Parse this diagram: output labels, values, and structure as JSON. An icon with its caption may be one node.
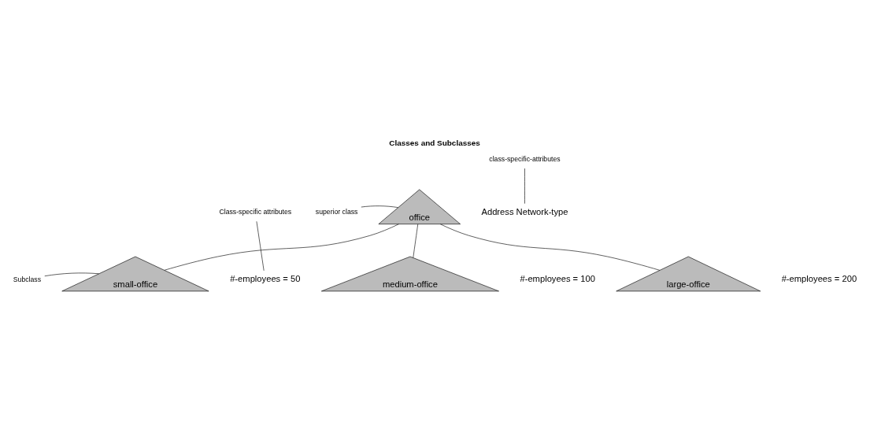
{
  "diagram": {
    "title": "Classes and Subclasses",
    "nodes": [
      {
        "text": [
          "office"
        ]
      },
      {
        "text": [
          "Address Network-type"
        ]
      },
      {
        "text": [
          "class-specific-attributes"
        ]
      },
      {
        "text": [
          "superior class"
        ]
      },
      {
        "text": [
          "small-office"
        ]
      },
      {
        "text": [
          "medium-office"
        ],
        "beside": [
          "#-employees = 100"
        ]
      },
      {
        "text": [
          "large-office"
        ],
        "beside": [
          "#-employees = 200"
        ]
      },
      {
        "text": [
          "#-employees = 50"
        ]
      },
      {
        "text": [
          "Class-specific attributes"
        ]
      },
      {
        "text": [
          "Subclass"
        ]
      }
    ],
    "edges": [
      {
        "from": 2,
        "to": 1,
        "arrow": "none"
      },
      {
        "from": 3,
        "to": 0,
        "arrow": "none"
      },
      {
        "from": 0,
        "to": 4,
        "arrow": "none"
      },
      {
        "from": 0,
        "to": 5,
        "arrow": "none"
      },
      {
        "from": 0,
        "to": 6,
        "arrow": "none"
      },
      {
        "from": 8,
        "to": 7,
        "arrow": "none"
      },
      {
        "from": 9,
        "to": 4,
        "arrow": "none"
      }
    ]
  }
}
